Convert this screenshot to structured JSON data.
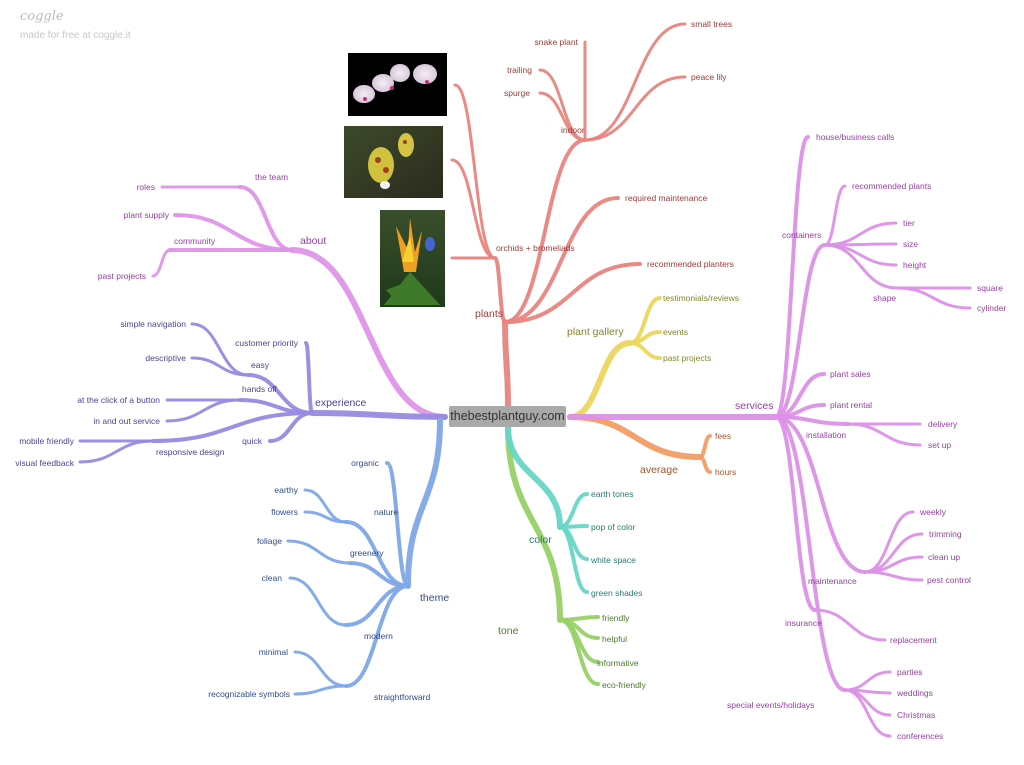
{
  "brand": {
    "logo": "coggle",
    "tagline": "made for free at coggle.it"
  },
  "root": {
    "label": "thebestplantguy.com"
  },
  "colors": {
    "about": "#df93e8",
    "experience": "#978ae0",
    "theme": "#7ea8e8",
    "tone": "#98d166",
    "color": "#66d6c6",
    "average": "#f29d66",
    "gallery": "#ecd65e",
    "plants": "#e8847e",
    "services": "#dc90e8"
  },
  "text_colors": {
    "about": "#973fa4",
    "experience": "#4b4496",
    "theme": "#2f4d88",
    "tone": "#4b7a2b",
    "color": "#2c7a70",
    "average": "#a55325",
    "gallery": "#86862a",
    "plants": "#9a3b35",
    "services": "#973fa4"
  },
  "about": {
    "label": "about",
    "team": "the team",
    "roles": "roles",
    "plant_supply": "plant supply",
    "community": "community",
    "past_projects": "past projects"
  },
  "experience": {
    "label": "experience",
    "customer_priority": "customer priority",
    "easy": "easy",
    "simple_navigation": "simple navigation",
    "descriptive": "descriptive",
    "hands_off": "hands off",
    "click_button": "at the click of a button",
    "in_out": "in and out service",
    "quick": "quick",
    "responsive": "responsive design",
    "mobile": "mobile friendly",
    "visual": "visual feedback"
  },
  "theme": {
    "label": "theme",
    "organic": "organic",
    "nature": "nature",
    "earthy": "earthy",
    "flowers": "flowers",
    "greenery": "greenery",
    "foliage": "foliage",
    "modern": "modern",
    "clean": "clean",
    "straightforward": "straightforward",
    "minimal": "minimal",
    "symbols": "recognizable symbols"
  },
  "tone": {
    "label": "tone",
    "friendly": "friendly",
    "helpful": "helpful",
    "informative": "informative",
    "eco": "eco-friendly"
  },
  "color": {
    "label": "color",
    "earth": "earth tones",
    "pop": "pop of color",
    "white": "white space",
    "green": "green shades"
  },
  "average": {
    "label": "average",
    "fees": "fees",
    "hours": "hours"
  },
  "gallery": {
    "label": "plant gallery",
    "testimonials": "testimonials/reviews",
    "events": "events",
    "past_projects": "past projects"
  },
  "plants": {
    "label": "plants",
    "orchids": "orchids + bromeliads",
    "indoor": "indoor",
    "snake": "snake plant",
    "trailing": "trailing",
    "spurge": "spurge",
    "small_trees": "small trees",
    "peace_lily": "peace lily",
    "required": "required maintenance",
    "planters": "recommended planters"
  },
  "services": {
    "label": "services",
    "house": "house/business calls",
    "containers": "containers",
    "rec_plants": "recommended plants",
    "tier": "tier",
    "size": "size",
    "height": "height",
    "shape": "shape",
    "square": "square",
    "cylinder": "cylinder",
    "sales": "plant sales",
    "rental": "plant rental",
    "installation": "installation",
    "delivery": "delivery",
    "setup": "set up",
    "maintenance": "maintenance",
    "weekly": "weekly",
    "trimming": "trimming",
    "cleanup": "clean up",
    "pest": "pest control",
    "insurance": "insurance",
    "replacement": "replacement",
    "events": "special events/holidays",
    "parties": "parties",
    "weddings": "weddings",
    "christmas": "Christmas",
    "conferences": "conferences"
  }
}
